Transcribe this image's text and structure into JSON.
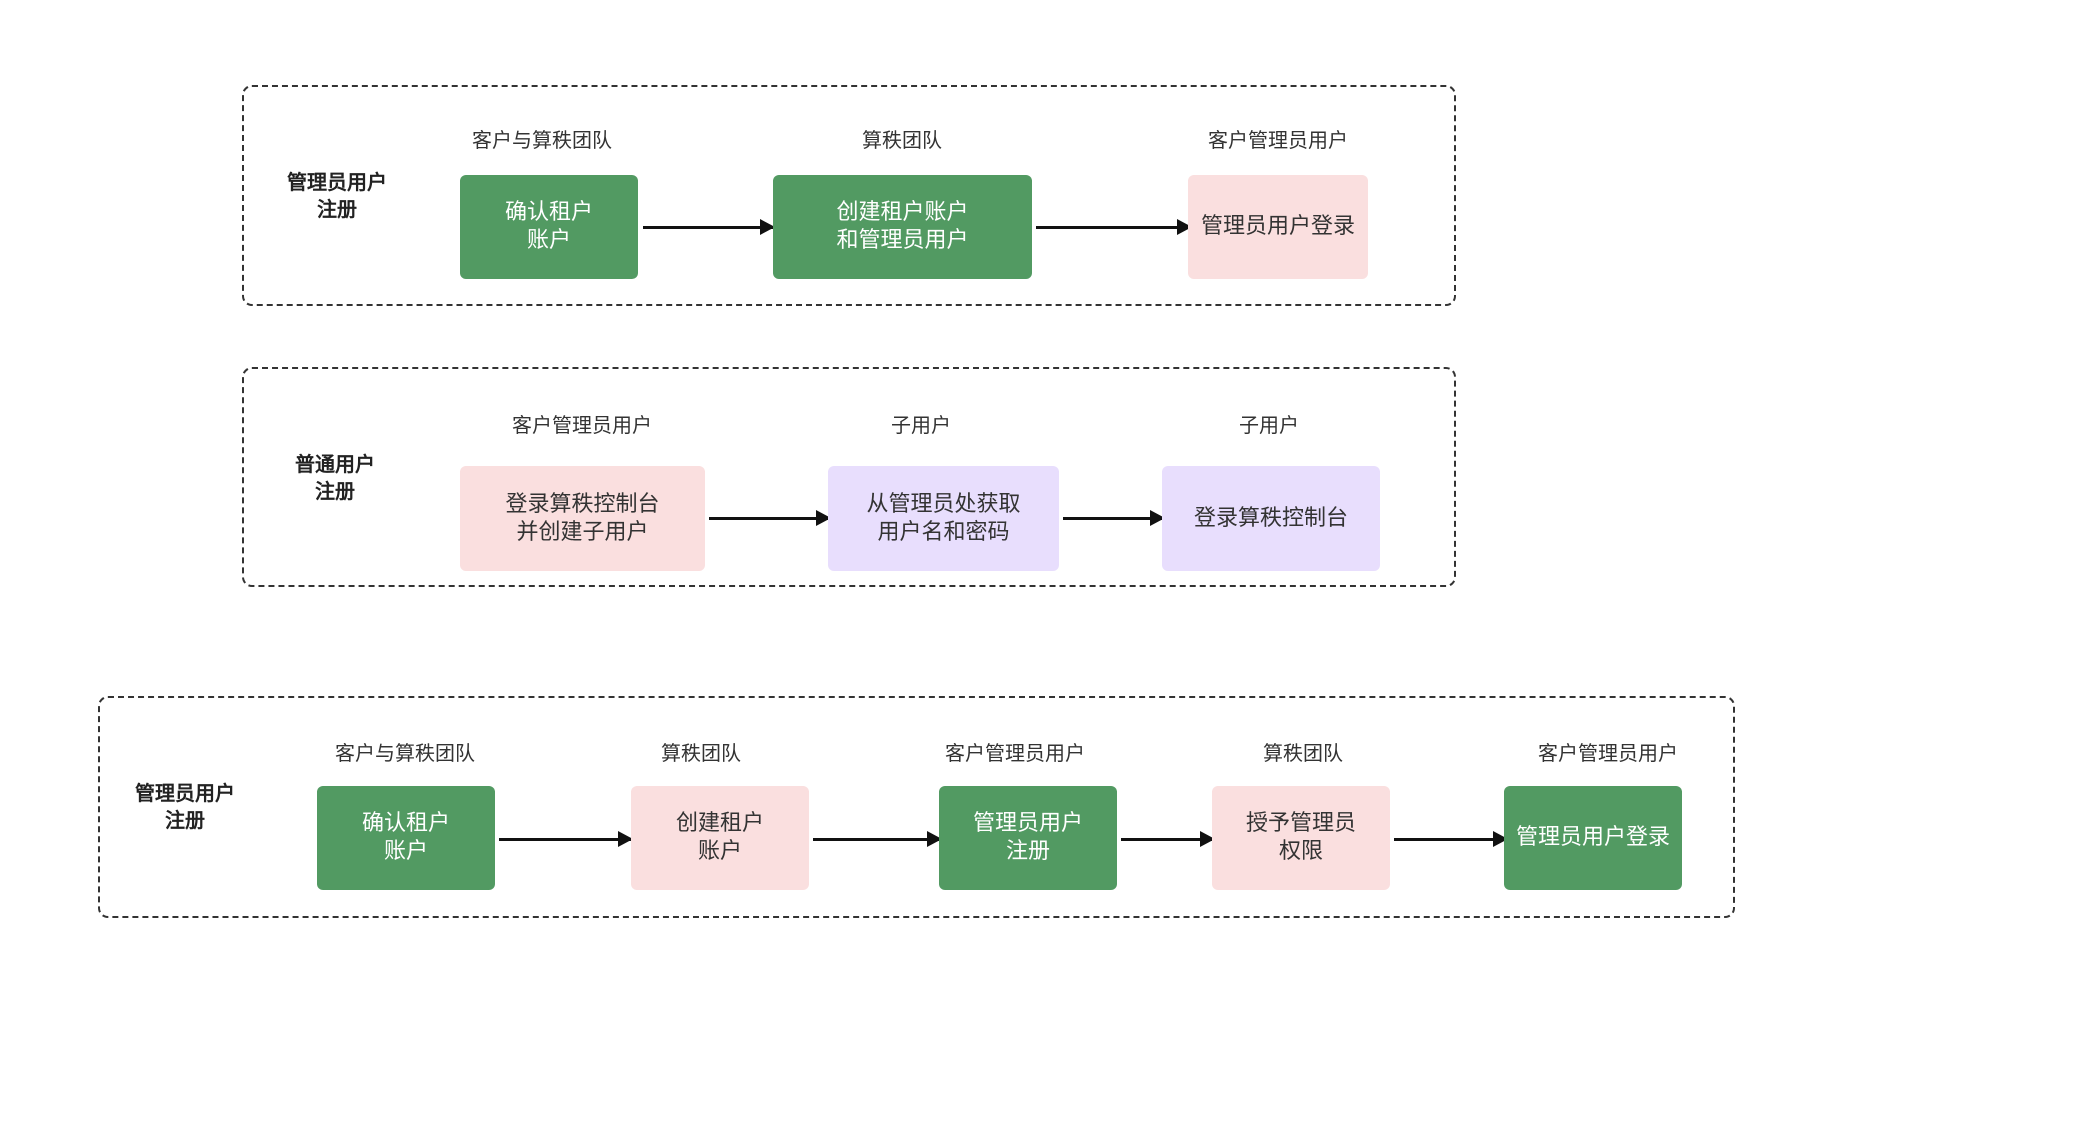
{
  "groups": [
    {
      "title": "管理员用户\n注册",
      "steps": [
        {
          "actor": "客户与算秩团队",
          "label": "确认租户\n账户",
          "color": "green"
        },
        {
          "actor": "算秩团队",
          "label": "创建租户账户\n和管理员用户",
          "color": "green"
        },
        {
          "actor": "客户管理员用户",
          "label": "管理员用户登录",
          "color": "pink"
        }
      ]
    },
    {
      "title": "普通用户\n注册",
      "steps": [
        {
          "actor": "客户管理员用户",
          "label": "登录算秩控制台\n并创建子用户",
          "color": "pink"
        },
        {
          "actor": "子用户",
          "label": "从管理员处获取\n用户名和密码",
          "color": "lavender"
        },
        {
          "actor": "子用户",
          "label": "登录算秩控制台",
          "color": "lavender"
        }
      ]
    },
    {
      "title": "管理员用户\n注册",
      "steps": [
        {
          "actor": "客户与算秩团队",
          "label": "确认租户\n账户",
          "color": "green"
        },
        {
          "actor": "算秩团队",
          "label": "创建租户\n账户",
          "color": "pink"
        },
        {
          "actor": "客户管理员用户",
          "label": "管理员用户\n注册",
          "color": "green"
        },
        {
          "actor": "算秩团队",
          "label": "授予管理员\n权限",
          "color": "pink"
        },
        {
          "actor": "客户管理员用户",
          "label": "管理员用户登录",
          "color": "green"
        }
      ]
    }
  ],
  "colors": {
    "green": "#529a62",
    "pink": "#fadfdf",
    "lavender": "#e8defd"
  }
}
